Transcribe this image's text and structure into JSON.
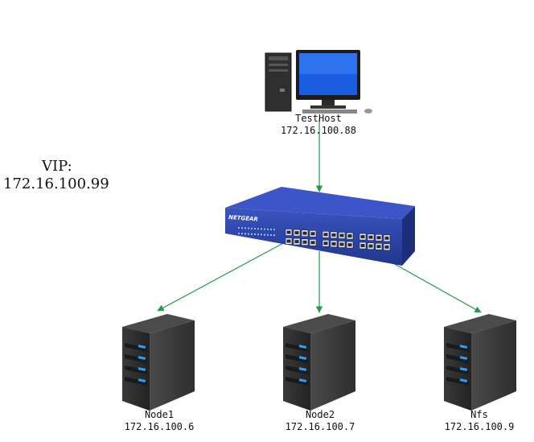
{
  "vip": {
    "label": "VIP:",
    "address": "172.16.100.99"
  },
  "switch": {
    "brand": "NETGEAR"
  },
  "nodes": [
    {
      "id": "testhost",
      "name": "TestHost",
      "ip": "172.16.100.88"
    },
    {
      "id": "node1",
      "name": "Node1",
      "ip": "172.16.100.6"
    },
    {
      "id": "node2",
      "name": "Node2",
      "ip": "172.16.100.7"
    },
    {
      "id": "nfs",
      "name": "Nfs",
      "ip": "172.16.100.9"
    }
  ],
  "links": [
    {
      "from": "testhost",
      "to": "switch"
    },
    {
      "from": "switch",
      "to": "node1"
    },
    {
      "from": "switch",
      "to": "node2"
    },
    {
      "from": "switch",
      "to": "nfs"
    }
  ],
  "colors": {
    "link": "#1e9e4a",
    "switch_body": "#2a3f9e",
    "server_body": "#2b2b2b",
    "server_led": "#29a3ff"
  }
}
